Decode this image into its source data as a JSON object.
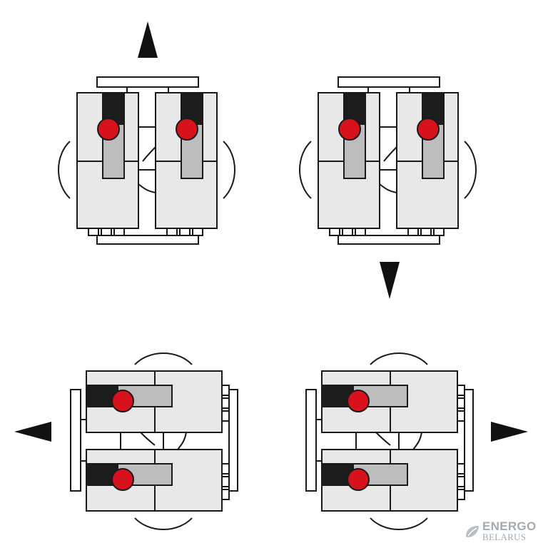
{
  "diagram": {
    "panels": [
      {
        "name": "panel-vertical-up",
        "orientation": "vertical",
        "arrow": "up"
      },
      {
        "name": "panel-vertical-down",
        "orientation": "vertical",
        "arrow": "down"
      },
      {
        "name": "panel-horizontal-left",
        "orientation": "horizontal",
        "arrow": "left"
      },
      {
        "name": "panel-horizontal-right",
        "orientation": "horizontal",
        "arrow": "right"
      }
    ],
    "colors": {
      "outline": "#1a1a1a",
      "housing_fill": "#e8e8e8",
      "slider_fill": "#bdbdbd",
      "handle_dark": "#1c1c1c",
      "knob_red": "#d8121c",
      "arrow": "#111111",
      "background": "#ffffff"
    },
    "icons": {
      "arrow": "triangle-arrow-icon",
      "knob": "red-knob-icon"
    }
  },
  "watermark": {
    "line1": "ENERGO",
    "line2": "BELARUS",
    "logo_icon": "leaf-logo-icon"
  }
}
